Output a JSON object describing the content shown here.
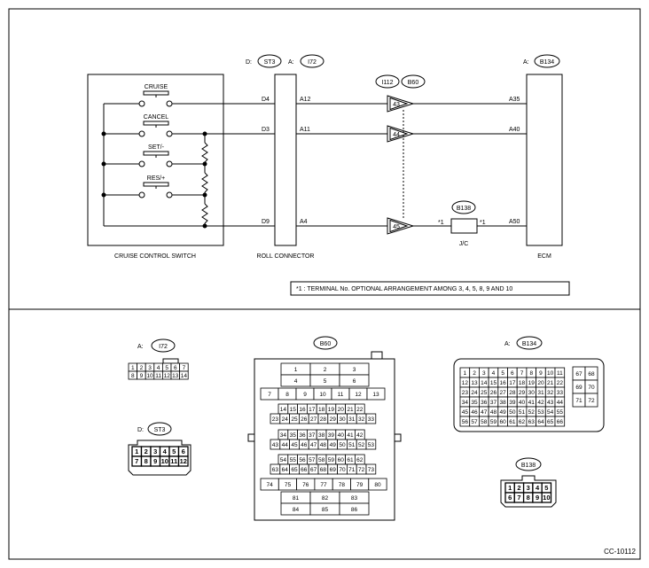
{
  "switch_box": {
    "label": "CRUISE CONTROL SWITCH",
    "switches": [
      "CRUISE",
      "CANCEL",
      "SET/-",
      "RES/+"
    ]
  },
  "roll_connector": {
    "label": "ROLL CONNECTOR",
    "tag_d_prefix": "D:",
    "tag_d": "ST3",
    "tag_a_prefix": "A:",
    "tag_a": "I72",
    "left_pins": [
      "D4",
      "D3",
      "D9"
    ],
    "right_pins": [
      "A12",
      "A11",
      "A4"
    ]
  },
  "inline_connector": {
    "tag1": "I112",
    "tag2": "B60",
    "pins": [
      "43",
      "44",
      "45"
    ]
  },
  "jc": {
    "tag": "B138",
    "label": "J/C",
    "mark_left": "*1",
    "mark_right": "*1"
  },
  "ecm": {
    "label": "ECM",
    "tag_prefix": "A:",
    "tag": "B134",
    "pins": [
      "A35",
      "A40",
      "A50"
    ]
  },
  "footnote": "*1 : TERMINAL No. OPTIONAL ARRANGEMENT AMONG 3, 4, 5, 8, 9 AND 10",
  "connectors": {
    "i72": {
      "prefix": "A:",
      "tag": "I72",
      "row1": [
        "1",
        "2",
        "3",
        "4",
        "5",
        "6",
        "7"
      ],
      "row2": [
        "8",
        "9",
        "10",
        "11",
        "12",
        "13",
        "14"
      ]
    },
    "st3": {
      "prefix": "D:",
      "tag": "ST3",
      "row1": [
        "1",
        "2",
        "3",
        "4",
        "5",
        "6"
      ],
      "row2": [
        "7",
        "8",
        "9",
        "10",
        "11",
        "12"
      ]
    },
    "b60": {
      "tag": "B60",
      "rowA": [
        "1",
        "2",
        "3"
      ],
      "rowB": [
        "4",
        "5",
        "6"
      ],
      "rowC": [
        "7",
        "8",
        "9",
        "10",
        "11",
        "12",
        "13"
      ],
      "rowD": [
        "14",
        "15",
        "16",
        "17",
        "18",
        "19",
        "20",
        "21",
        "22"
      ],
      "rowE": [
        "23",
        "24",
        "25",
        "26",
        "27",
        "28",
        "29",
        "30",
        "31",
        "32",
        "33"
      ],
      "rowF": [
        "34",
        "35",
        "36",
        "37",
        "38",
        "39",
        "40",
        "41",
        "42"
      ],
      "rowG": [
        "43",
        "44",
        "45",
        "46",
        "47",
        "48",
        "49",
        "50",
        "51",
        "52",
        "53"
      ],
      "rowH": [
        "54",
        "55",
        "56",
        "57",
        "58",
        "59",
        "60",
        "61",
        "62"
      ],
      "rowI": [
        "63",
        "64",
        "65",
        "66",
        "67",
        "68",
        "69",
        "70",
        "71",
        "72",
        "73"
      ],
      "rowJ": [
        "74",
        "75",
        "76",
        "77",
        "78",
        "79",
        "80"
      ],
      "rowK": [
        "81",
        "82",
        "83"
      ],
      "rowL": [
        "84",
        "85",
        "86"
      ]
    },
    "b134": {
      "prefix": "A:",
      "tag": "B134",
      "rows": [
        [
          "1",
          "2",
          "3",
          "4",
          "5",
          "6",
          "7",
          "8",
          "9",
          "10",
          "11"
        ],
        [
          "12",
          "13",
          "14",
          "15",
          "16",
          "17",
          "18",
          "19",
          "20",
          "21",
          "22"
        ],
        [
          "23",
          "24",
          "25",
          "26",
          "27",
          "28",
          "29",
          "30",
          "31",
          "32",
          "33"
        ],
        [
          "34",
          "35",
          "36",
          "37",
          "38",
          "39",
          "40",
          "41",
          "42",
          "43",
          "44"
        ],
        [
          "45",
          "46",
          "47",
          "48",
          "49",
          "50",
          "51",
          "52",
          "53",
          "54",
          "55"
        ],
        [
          "56",
          "57",
          "58",
          "59",
          "60",
          "61",
          "62",
          "63",
          "64",
          "65",
          "66"
        ]
      ],
      "side": [
        "67",
        "68",
        "69",
        "70",
        "71",
        "72"
      ]
    },
    "b138": {
      "tag": "B138",
      "row1": [
        "1",
        "2",
        "3",
        "4",
        "5"
      ],
      "row2": [
        "6",
        "7",
        "8",
        "9",
        "10"
      ]
    }
  },
  "diagram_code": "CC-10112"
}
